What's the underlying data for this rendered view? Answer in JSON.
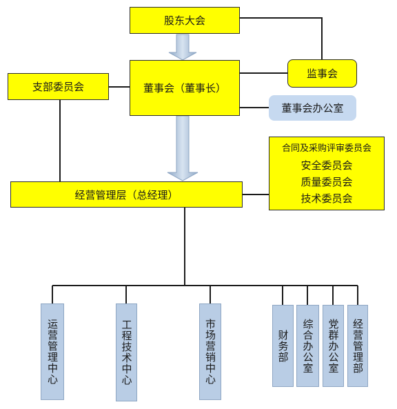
{
  "nodes": {
    "shareholders": "股东大会",
    "board": "董事会（董事长）",
    "supervisors": "监事会",
    "party_branch": "支部委员会",
    "board_office": "董事会办公室",
    "management": "经营管理层（总经理）",
    "committees": [
      "合同及采购评审委员会",
      "安全委员会",
      "质量委员会",
      "技术委员会"
    ]
  },
  "departments": [
    "运营管理中心",
    "工程技术中心",
    "市场营销中心",
    "财务部",
    "综合办公室",
    "党群办公室",
    "经营管理部"
  ],
  "colors": {
    "primary_box": "#ffff00",
    "secondary_box": "#c6d9f0",
    "department_box": "#b9cde5",
    "arrow": "#9fb8d3",
    "line": "#1a1a1a"
  }
}
